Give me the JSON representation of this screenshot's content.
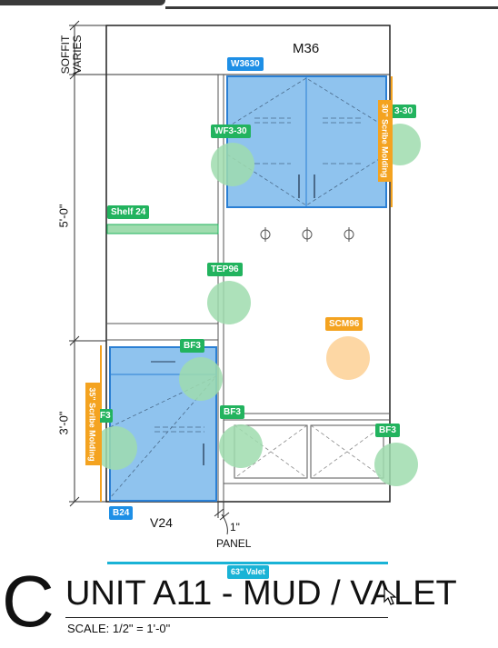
{
  "window": {
    "tab_label": ""
  },
  "elevation": {
    "soffit_label_line1": "SOFFIT",
    "soffit_label_line2": "VARIES",
    "dim_upper": "5'-0\"",
    "dim_lower": "3'-0\"",
    "top_label": "M36",
    "bottom_label": "V24",
    "panel_label_1": "1\"",
    "panel_label_2": "PANEL"
  },
  "tags": {
    "w3630": "W3630",
    "wf3_30_left": "WF3-30",
    "wf3_30_right": "3-30",
    "shelf24": "Shelf 24",
    "tep96": "TEP96",
    "scm96": "SCM96",
    "bf3_top": "BF3",
    "bf3_left": "F3",
    "bf3_mid": "BF3",
    "bf3_right": "BF3",
    "b24": "B24",
    "valet": "63\" Valet"
  },
  "scribe": {
    "right": "30\" Scribe Molding",
    "left": "35\" Scribe Molding"
  },
  "colors": {
    "cabinet_fill": "#8fc3ee",
    "cabinet_stroke": "#2a7fd4",
    "green_tag": "#22b35e",
    "green_circle": "#9fdcae",
    "orange_tag": "#f4a320",
    "orange_circle": "#fdd39a",
    "blue_tag": "#1e8fe6",
    "valet_line": "#1ab3d6"
  },
  "title": {
    "letter": "C",
    "text": "UNIT A11 - MUD / VALET",
    "scale": "SCALE:  1/2\" = 1'-0\""
  }
}
